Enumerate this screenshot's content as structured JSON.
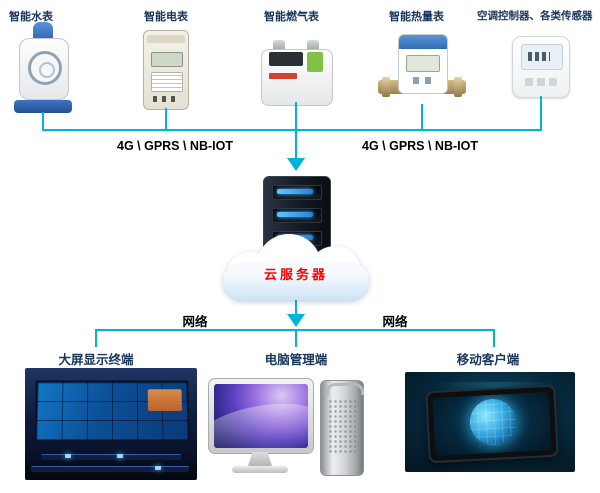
{
  "devices": [
    {
      "label": "智能水表"
    },
    {
      "label": "智能电表"
    },
    {
      "label": "智能燃气表"
    },
    {
      "label": "智能热量表"
    },
    {
      "label": "空调控制器、各类传感器"
    }
  ],
  "uplink": {
    "left_label": "4G \\ GPRS \\ NB-IOT",
    "right_label": "4G \\ GPRS \\ NB-IOT"
  },
  "cloud": {
    "label": "云服务器"
  },
  "downlink": {
    "left_label": "网络",
    "right_label": "网络"
  },
  "terminals": [
    {
      "label": "大屏显示终端"
    },
    {
      "label": "电脑管理端"
    },
    {
      "label": "移动客户端"
    }
  ],
  "colors": {
    "connector": "#00b3d9",
    "device_label_text": "#17365d",
    "network_label_text": "#000000",
    "cloud_label_text": "#ff0000"
  }
}
